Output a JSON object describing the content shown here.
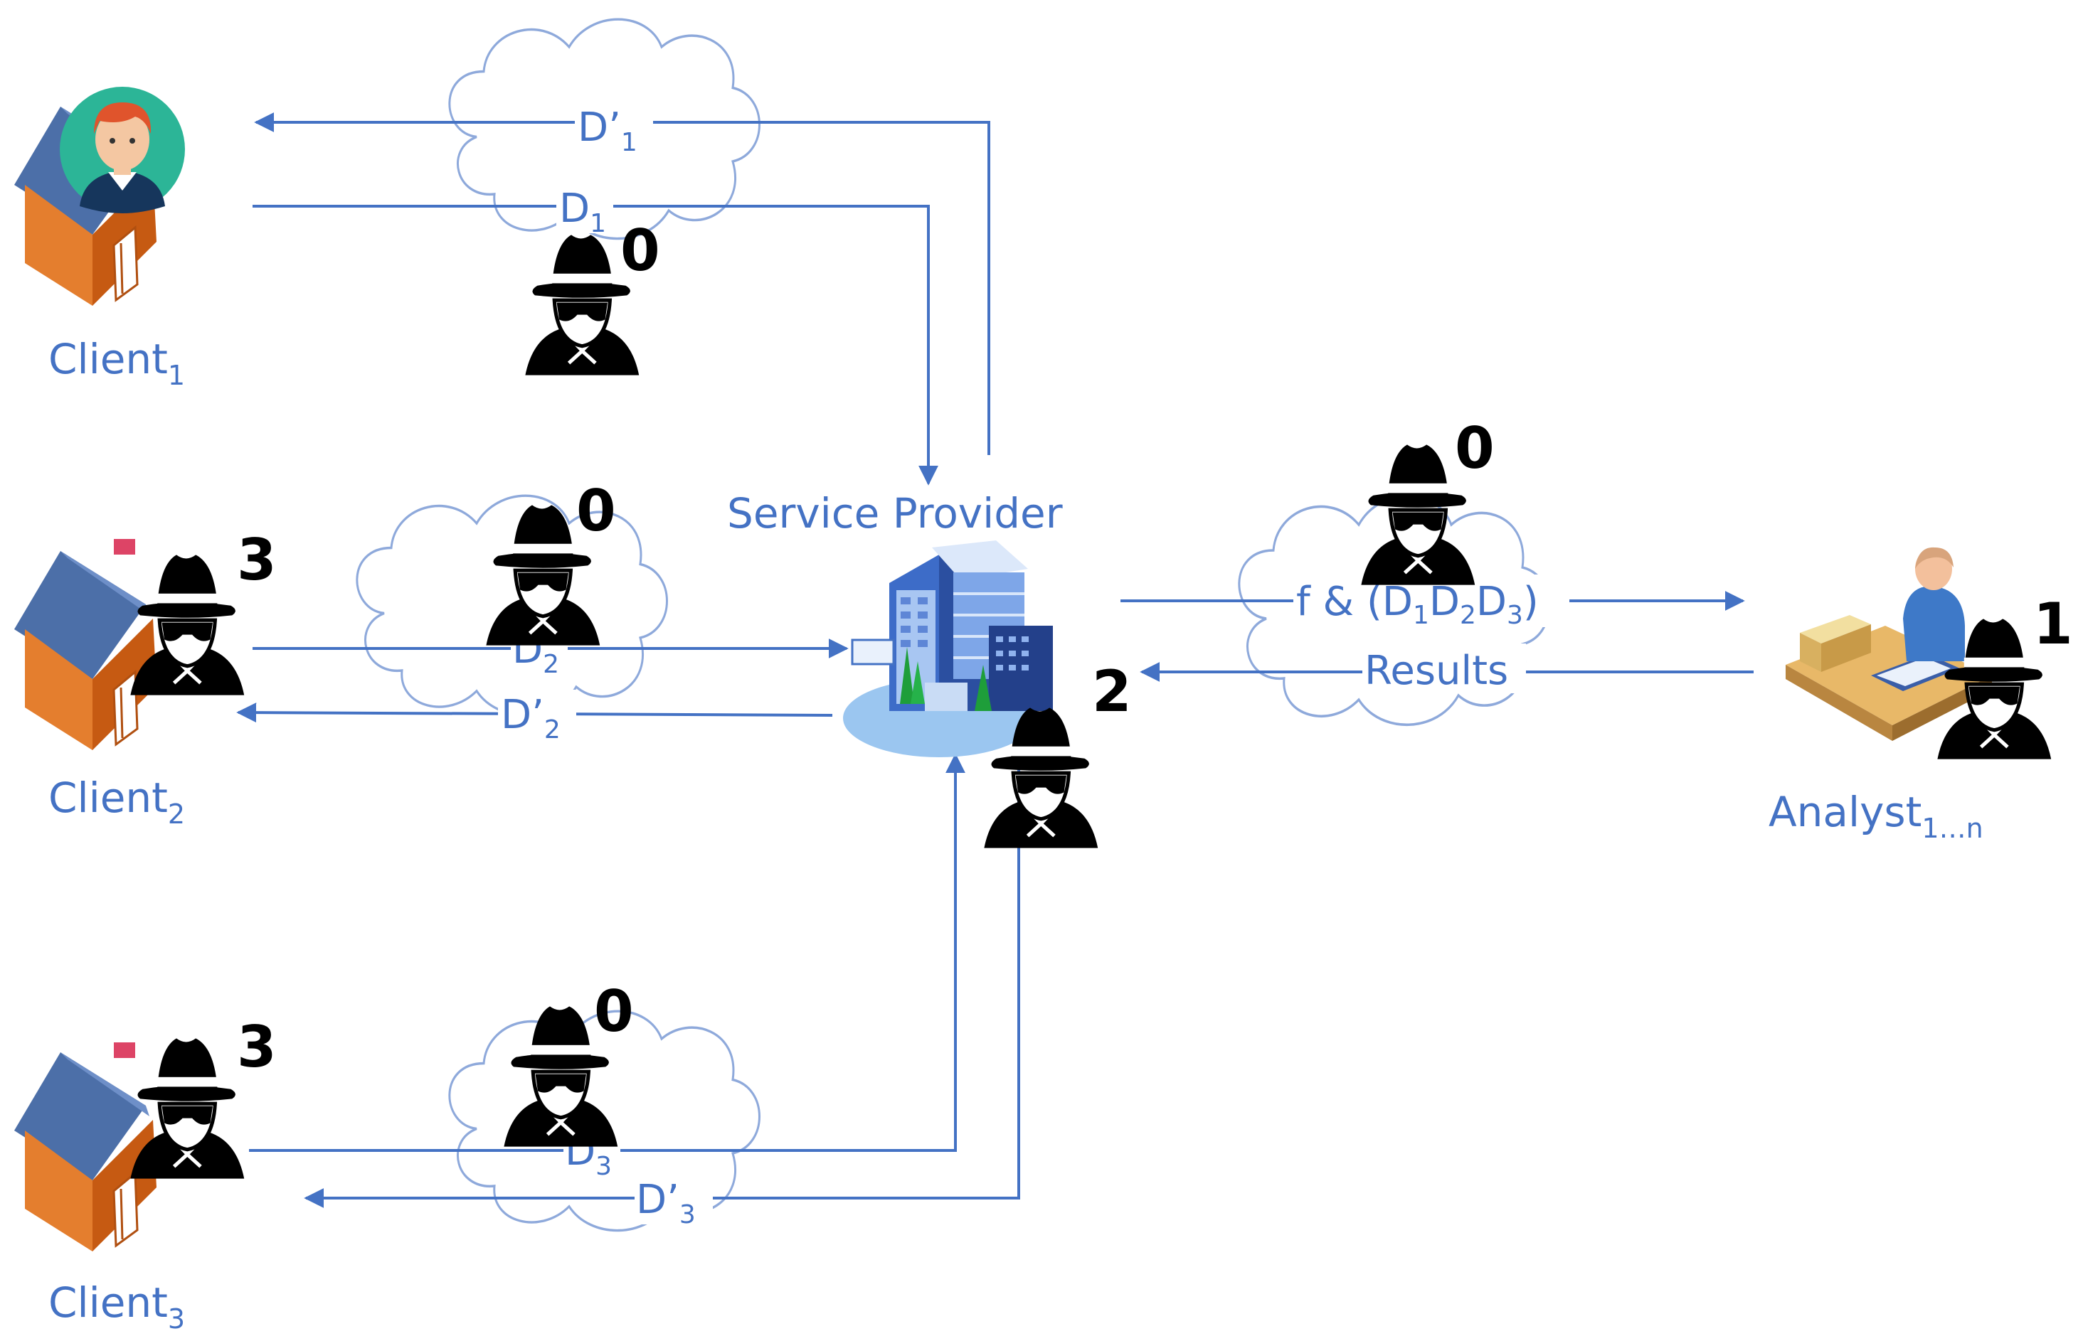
{
  "nodes": {
    "client1": {
      "label": "Client",
      "sub": "1"
    },
    "client2": {
      "label": "Client",
      "sub": "2"
    },
    "client3": {
      "label": "Client",
      "sub": "3"
    },
    "provider": {
      "label": "Service Provider"
    },
    "analyst": {
      "label": "Analyst",
      "sub": "1…n"
    }
  },
  "edges": {
    "d1_prime": {
      "base": "D’",
      "sub": "1"
    },
    "d1": {
      "base": "D",
      "sub": "1"
    },
    "d2": {
      "base": "D",
      "sub": "2"
    },
    "d2_prime": {
      "base": "D’",
      "sub": "2"
    },
    "d3": {
      "base": "D",
      "sub": "3"
    },
    "d3_prime": {
      "base": "D’",
      "sub": "3"
    },
    "query": {
      "prefix": "f & (D",
      "s1": "1",
      "m1": "D",
      "s2": "2",
      "m2": "D",
      "s3": "3",
      "suffix": ")"
    },
    "results": {
      "label": "Results"
    }
  },
  "adversary_levels": {
    "channel_client1": "0",
    "channel_client2": "0",
    "channel_client3": "0",
    "channel_analyst": "0",
    "client2": "3",
    "client3": "3",
    "provider": "2",
    "analyst": "1"
  },
  "colors": {
    "accent": "#4472C4",
    "cloud_outline": "#8EA9DB",
    "house_wall": "#E47E2E",
    "house_roof": "#4C6FA8"
  },
  "icons": [
    "house-icon",
    "user-avatar-icon",
    "office-building-icon",
    "analyst-desk-icon",
    "spy-icon",
    "cloud-icon"
  ]
}
